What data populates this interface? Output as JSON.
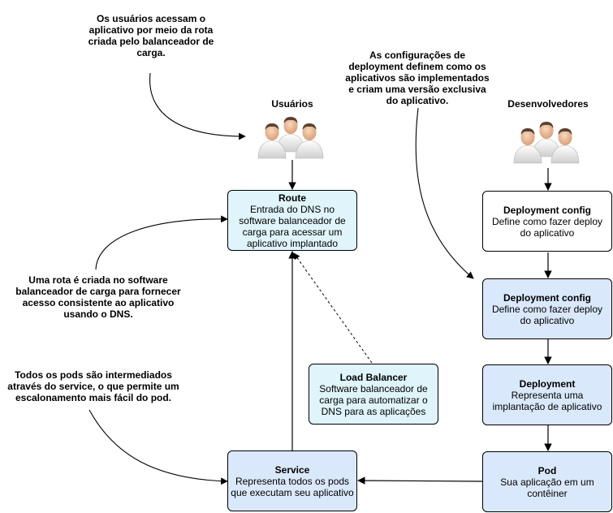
{
  "notes": {
    "users_access": "Os usuários acessam o\naplicativo por meio da rota\ncriada pelo balanceador de\ncarga.",
    "deployment_configs": "As configurações de\ndeployment definem como os\naplicativos são implementados\ne criam uma versão exclusiva\ndo aplicativo.",
    "route_created": "Uma rota é criada no software\nbalanceador de carga para fornecer\nacesso consistente ao aplicativo\nusando o DNS.",
    "pods_intermediated": "Todos os pods são intermediados\natravés do service, o que permite um\nescalonamento mais fácil do pod."
  },
  "actors": {
    "users": {
      "label": "Usuários",
      "icon": "users-group-icon"
    },
    "developers": {
      "label": "Desenvolvedores",
      "icon": "developers-group-icon"
    }
  },
  "nodes": {
    "route": {
      "title": "Route",
      "body": "Entrada do DNS no software balanceador de carga para acessar um aplicativo implantado"
    },
    "load_balancer": {
      "title": "Load Balancer",
      "body": "Software balanceador de carga para automatizar o DNS para as aplicações"
    },
    "service": {
      "title": "Service",
      "body": "Representa todos os pods que executam seu aplicativo"
    },
    "deployment_config_1": {
      "title": "Deployment config",
      "body": "Define como fazer deploy do aplicativo"
    },
    "deployment_config_2": {
      "title": "Deployment config",
      "body": "Define como fazer deploy do aplicativo"
    },
    "deployment": {
      "title": "Deployment",
      "body": "Representa uma implantação de aplicativo"
    },
    "pod": {
      "title": "Pod",
      "body": "Sua aplicação em um contêiner"
    }
  },
  "colors": {
    "route_fill": "#dff4fb",
    "load_balancer_fill": "#dff4fb",
    "process_fill": "#dae8fc",
    "plain_fill": "#ffffff",
    "stroke": "#000000",
    "person_shirt": "#e8e8e8",
    "person_skin": "#f3c7a2"
  }
}
